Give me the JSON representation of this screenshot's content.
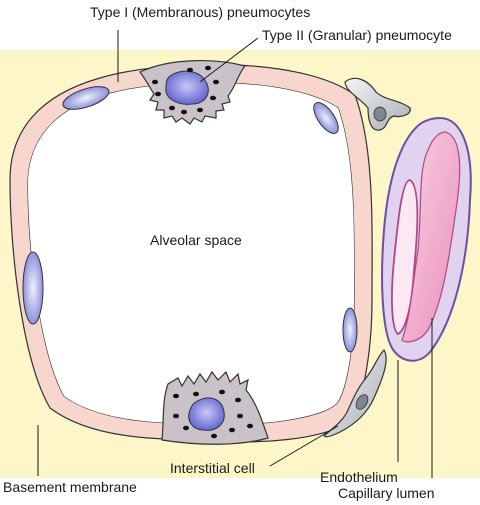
{
  "labels": {
    "type1": "Type I (Membranous)  pneumocytes",
    "type2": "Type II (Granular) pneumocyte",
    "alveolar_space": "Alveolar space",
    "interstitial": "Interstitial cell",
    "basement": "Basement membrane",
    "endothelium": "Endothelium",
    "capillary_lumen": "Capillary lumen"
  },
  "colors": {
    "basement_membrane": "#fdf6c8",
    "type1_cytoplasm": "#f7d7cd",
    "type2_cytoplasm": "#c9c3c9",
    "nucleus": "#6f6fd6",
    "capillary_wall": "#e1d2ef",
    "capillary_lumen": "#f1a8c9",
    "interstitial_cell": "#d8dade"
  }
}
